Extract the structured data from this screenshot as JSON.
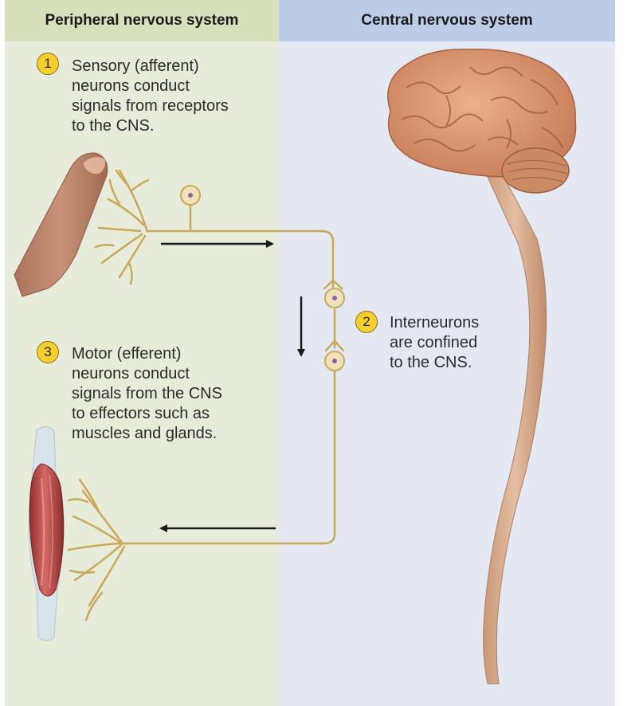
{
  "panels": {
    "left_title": "Peripheral nervous system",
    "right_title": "Central nervous system"
  },
  "steps": [
    {
      "number": "1",
      "lines": [
        "Sensory (afferent)",
        "neurons conduct",
        "signals from receptors",
        "to the CNS."
      ]
    },
    {
      "number": "2",
      "lines": [
        "Interneurons",
        "are confined",
        "to the CNS."
      ]
    },
    {
      "number": "3",
      "lines": [
        "Motor (efferent)",
        "neurons conduct",
        "signals from the CNS",
        "to effectors such as",
        "muscles and glands."
      ]
    }
  ],
  "colors": {
    "pns_background": "#e7ebd9",
    "pns_header": "#d6e0bb",
    "cns_background": "#e4e8f3",
    "cns_header": "#bccbe6",
    "neuron": "#c9a85a",
    "badge": "#f5cf2d",
    "brain": "#d9906a",
    "spinal_cord": "#d3a88a",
    "muscle": "#b84a4a"
  },
  "icons": [
    "finger-icon",
    "brain-icon",
    "spinal-cord-icon",
    "muscle-icon",
    "neuron-cell-body-icon",
    "arrow-icon"
  ]
}
